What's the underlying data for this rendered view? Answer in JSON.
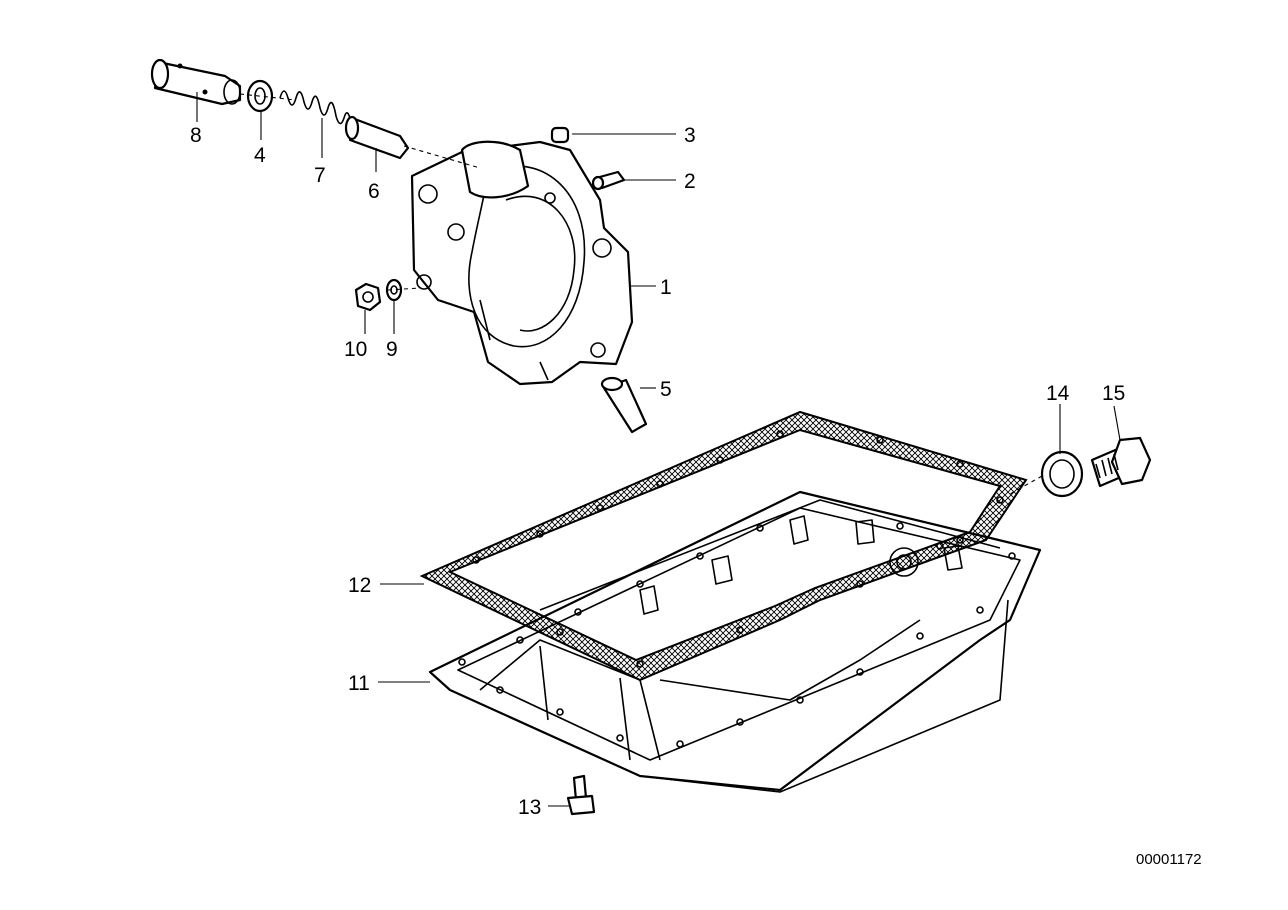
{
  "diagram": {
    "reference_number": "00001172",
    "callouts": {
      "p1": "1",
      "p2": "2",
      "p3": "3",
      "p4": "4",
      "p5": "5",
      "p6": "6",
      "p7": "7",
      "p8": "8",
      "p9": "9",
      "p10": "10",
      "p11": "11",
      "p12": "12",
      "p13": "13",
      "p14": "14",
      "p15": "15"
    }
  }
}
